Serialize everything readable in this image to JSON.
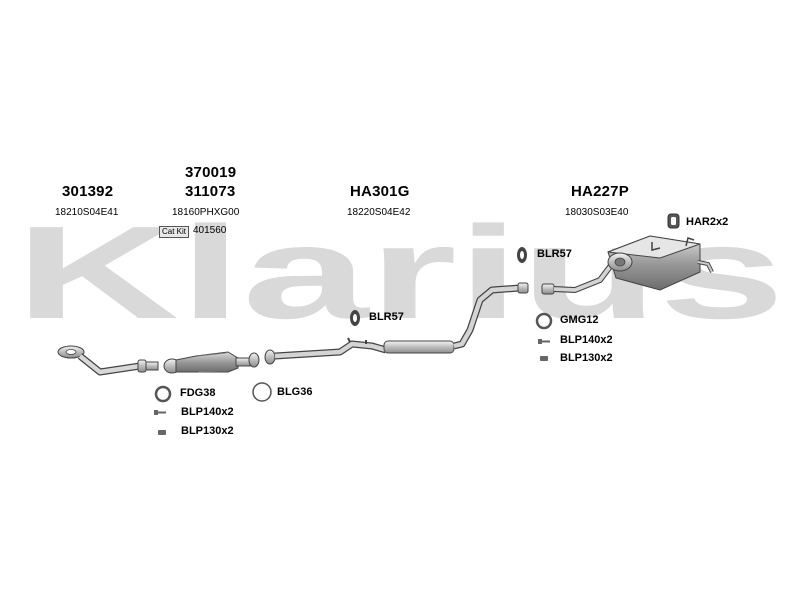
{
  "watermark": {
    "text": "Klarius",
    "color": "#d9d9d9"
  },
  "parts": [
    {
      "part_number": "301392",
      "oem": "18210S04E41"
    },
    {
      "part_number": "370019",
      "part_number_2": "311073",
      "oem": "18160PHXG00",
      "cat_kit_label": "Cat Kit",
      "cat_kit_number": "401560"
    },
    {
      "part_number": "HA301G",
      "oem": "18220S04E42"
    },
    {
      "part_number": "HA227P",
      "oem": "18030S03E40"
    }
  ],
  "fittings": [
    {
      "code": "HAR2x2",
      "icon": "rubber-hanger-icon"
    },
    {
      "code": "BLR57",
      "icon": "rubber-ring-icon"
    },
    {
      "code": "BLR57",
      "icon": "rubber-ring-icon"
    },
    {
      "code": "GMG12",
      "icon": "gasket-ring-icon"
    },
    {
      "code": "BLP140x2",
      "icon": "bolt-icon"
    },
    {
      "code": "BLP130x2",
      "icon": "nut-icon"
    },
    {
      "code": "FDG38",
      "icon": "gasket-ring-icon"
    },
    {
      "code": "BLG36",
      "icon": "gasket-ring-icon"
    },
    {
      "code": "BLP140x2",
      "icon": "bolt-icon"
    },
    {
      "code": "BLP130x2",
      "icon": "nut-icon"
    }
  ],
  "colors": {
    "line": "#444444",
    "fill": "#cfcfcf",
    "dark": "#555555"
  }
}
